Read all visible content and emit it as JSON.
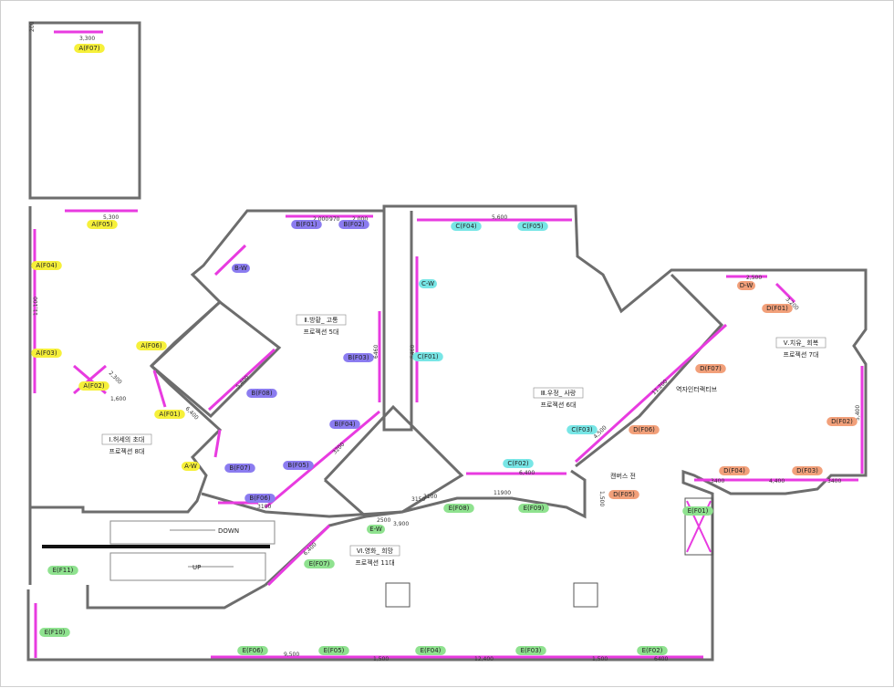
{
  "colors": {
    "wall": "#6d6d6d",
    "projection_line": "#e83be0",
    "zone_A": "#f6f03a",
    "zone_B": "#8b7cf0",
    "zone_C": "#78e6e6",
    "zone_D": "#f2a07a",
    "zone_E": "#8fe28f"
  },
  "rooms": [
    {
      "title": "Ⅰ.허세의 초대",
      "sub": "프로젝션 8대"
    },
    {
      "title": "Ⅱ.방황_ 고통",
      "sub": "프로젝션 5대"
    },
    {
      "title": "Ⅲ.우정_ 사랑",
      "sub": "프로젝션 6대"
    },
    {
      "title": "Ⅴ.치유_ 회복",
      "sub": "프로젝션 7대"
    },
    {
      "title": "Ⅵ.영화_ 희망",
      "sub": "프로젝션 11대"
    }
  ],
  "notes": {
    "interactive": "역자인터랙티브",
    "canvas": "캔버스 전",
    "down": "DOWN",
    "up": "UP"
  },
  "tags": [
    {
      "text": "A(F07)",
      "zone": "A"
    },
    {
      "text": "A(F05)",
      "zone": "A"
    },
    {
      "text": "A(F04)",
      "zone": "A"
    },
    {
      "text": "A(F03)",
      "zone": "A"
    },
    {
      "text": "A(F06)",
      "zone": "A"
    },
    {
      "text": "A(F02)",
      "zone": "A"
    },
    {
      "text": "A(F01)",
      "zone": "A"
    },
    {
      "text": "A-W",
      "zone": "A"
    },
    {
      "text": "B(F01)",
      "zone": "B"
    },
    {
      "text": "B(F02)",
      "zone": "B"
    },
    {
      "text": "B-W",
      "zone": "B"
    },
    {
      "text": "B(F03)",
      "zone": "B"
    },
    {
      "text": "B(F08)",
      "zone": "B"
    },
    {
      "text": "B(F04)",
      "zone": "B"
    },
    {
      "text": "B(F07)",
      "zone": "B"
    },
    {
      "text": "B(F05)",
      "zone": "B"
    },
    {
      "text": "B(F06)",
      "zone": "B"
    },
    {
      "text": "C(F04)",
      "zone": "C"
    },
    {
      "text": "C(F05)",
      "zone": "C"
    },
    {
      "text": "C-W",
      "zone": "C"
    },
    {
      "text": "C(F01)",
      "zone": "C"
    },
    {
      "text": "C(F03)",
      "zone": "C"
    },
    {
      "text": "C(F02)",
      "zone": "C"
    },
    {
      "text": "D-W",
      "zone": "D"
    },
    {
      "text": "D(F01)",
      "zone": "D"
    },
    {
      "text": "D(F07)",
      "zone": "D"
    },
    {
      "text": "D(F06)",
      "zone": "D"
    },
    {
      "text": "D(F02)",
      "zone": "D"
    },
    {
      "text": "D(F04)",
      "zone": "D"
    },
    {
      "text": "D(F03)",
      "zone": "D"
    },
    {
      "text": "D(F05)",
      "zone": "D"
    },
    {
      "text": "E(F08)",
      "zone": "E"
    },
    {
      "text": "E(F09)",
      "zone": "E"
    },
    {
      "text": "E-W",
      "zone": "E"
    },
    {
      "text": "E(F07)",
      "zone": "E"
    },
    {
      "text": "E(F11)",
      "zone": "E"
    },
    {
      "text": "E(F10)",
      "zone": "E"
    },
    {
      "text": "E(F06)",
      "zone": "E"
    },
    {
      "text": "E(F05)",
      "zone": "E"
    },
    {
      "text": "E(F04)",
      "zone": "E"
    },
    {
      "text": "E(F03)",
      "zone": "E"
    },
    {
      "text": "E(F02)",
      "zone": "E"
    },
    {
      "text": "E(F01)",
      "zone": "E"
    }
  ],
  "dims": [
    "200",
    "3,300",
    "5,300",
    "11,100",
    "2,000",
    "970",
    "2,000",
    "5,600",
    "6460",
    "5460",
    "2,500",
    "3,200",
    "11,200",
    "5,400",
    "3400",
    "4,400",
    "3400",
    "1,500",
    "11900",
    "3100",
    "3150",
    "2500",
    "6,400",
    "3,900",
    "9,500",
    "1,500",
    "12,400",
    "1,500",
    "6400",
    "3100",
    "3200",
    "5,400",
    "2,300",
    "1,600",
    "6,400",
    "6,400",
    "4,500"
  ]
}
